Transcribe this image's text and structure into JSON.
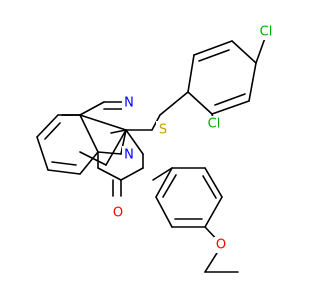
{
  "molecule": {
    "atoms": {
      "n1": "N",
      "n3": "N",
      "s": "S",
      "o_carbonyl": "O",
      "o_ether": "O",
      "cl_para": "Cl",
      "cl_ortho": "Cl"
    }
  },
  "colors": {
    "bond": "#000000",
    "nitrogen": "#0000ff",
    "sulfur": "#c8a000",
    "oxygen": "#ff0000",
    "chlorine": "#00b000"
  }
}
